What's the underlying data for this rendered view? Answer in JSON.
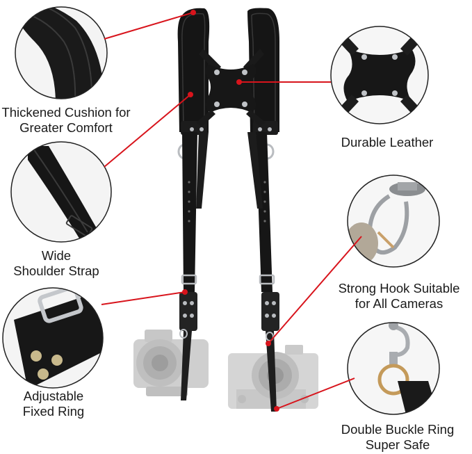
{
  "features": [
    {
      "id": "cushion",
      "lines": [
        "Thickened Cushion for",
        "Greater Comfort"
      ]
    },
    {
      "id": "leather",
      "lines": [
        "Durable Leather"
      ]
    },
    {
      "id": "strap",
      "lines": [
        "Wide",
        "Shoulder Strap"
      ]
    },
    {
      "id": "hook",
      "lines": [
        "Strong Hook Suitable",
        "for All Cameras"
      ]
    },
    {
      "id": "ring",
      "lines": [
        "Adjustable",
        "Fixed Ring"
      ]
    },
    {
      "id": "buckle",
      "lines": [
        "Double Buckle Ring",
        "Super Safe"
      ]
    }
  ],
  "colors": {
    "callout_line": "#d8141c",
    "leather": "#141414",
    "leather_edge": "#2c2c2c",
    "metal": "#b9bcc0",
    "camera_ghost": "#9a9a9a",
    "circle_border": "#222222"
  },
  "icons": [
    "camera-icon",
    "carabiner-icon",
    "d-ring-icon",
    "buckle-icon"
  ]
}
